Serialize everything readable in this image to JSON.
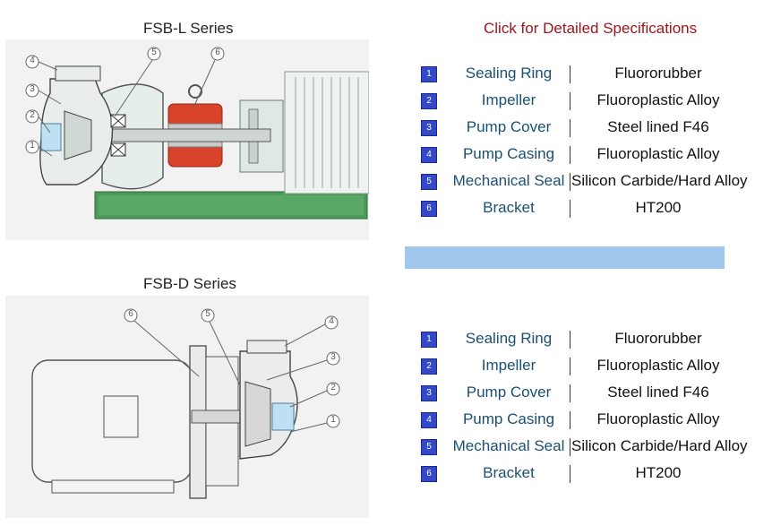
{
  "top": {
    "title": "FSB-L Series",
    "link": "Click for Detailed Specifications",
    "callouts": [
      "1",
      "2",
      "3",
      "4",
      "5",
      "6"
    ]
  },
  "bottom": {
    "title": "FSB-D Series",
    "callouts": [
      "1",
      "2",
      "3",
      "4",
      "5",
      "6"
    ]
  },
  "spec_rows": [
    {
      "num": "1",
      "part": "Sealing Ring",
      "material": "Fluororubber"
    },
    {
      "num": "2",
      "part": "Impeller",
      "material": "Fluoroplastic Alloy"
    },
    {
      "num": "3",
      "part": "Pump Cover",
      "material": "Steel lined F46"
    },
    {
      "num": "4",
      "part": "Pump Casing",
      "material": "Fluoroplastic Alloy"
    },
    {
      "num": "5",
      "part": "Mechanical Seal",
      "material": "Silicon Carbide/Hard Alloy"
    },
    {
      "num": "6",
      "part": "Bracket",
      "material": "HT200"
    }
  ],
  "colors": {
    "accent_red": "#a3141a",
    "badge_blue": "#3349c8",
    "part_blue": "#1b4f73",
    "band_blue": "#9fc8ec",
    "motor_red": "#d8432a",
    "base_green": "#4c9a5a"
  }
}
